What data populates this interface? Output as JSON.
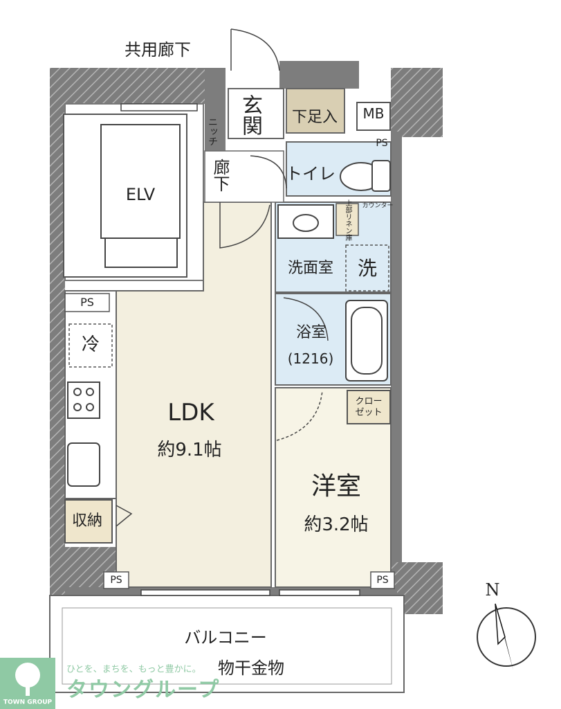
{
  "labels": {
    "common_corridor": "共用廊下",
    "genkan": "玄関",
    "niche": "ニッチ",
    "shoebox": "下足入",
    "mb": "MB",
    "ps_top": "PS",
    "corridor": "廊下",
    "toilet": "トイレ",
    "elv": "ELV",
    "counter": "カウンター",
    "linen_storage": "上部リネン庫",
    "washroom": "洗面室",
    "washer": "洗",
    "bathroom": "浴室",
    "bath_size": "(1216)",
    "ps_left": "PS",
    "fridge": "冷",
    "closet": "クローゼット",
    "ldk": "LDK",
    "ldk_size": "約9.1帖",
    "western_room": "洋室",
    "western_size": "約3.2帖",
    "storage": "収納",
    "ps_bottom_left": "PS",
    "ps_bottom_right": "PS",
    "balcony": "バルコニー",
    "laundry_rail": "物干金物",
    "compass_n": "N"
  },
  "brand": {
    "tagline": "ひとを、まちを、もっと豊かに。",
    "name_jp": "タウングループ",
    "name_en": "TOWN GROUP",
    "color": "#8fc9a4"
  },
  "colors": {
    "ldk_floor": "#f3efdf",
    "western_floor": "#f7f4e6",
    "wet_floor": "#dcebf5",
    "shoebox_fill": "#d9cfb3",
    "wall": "#7d7d7d"
  }
}
